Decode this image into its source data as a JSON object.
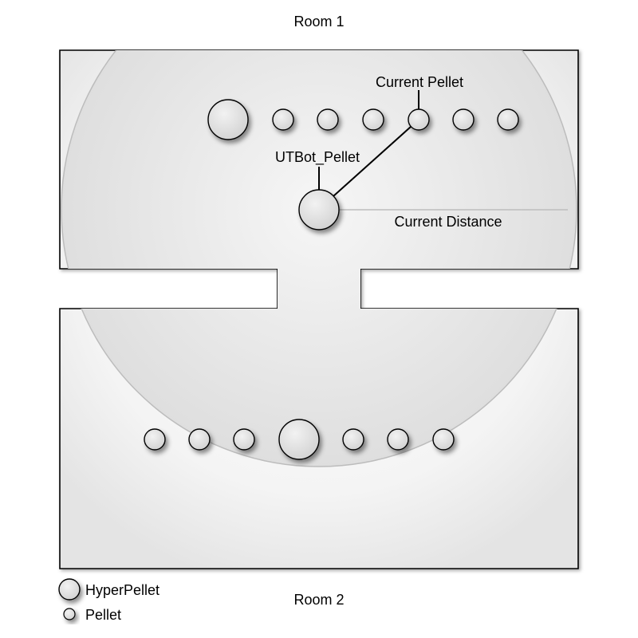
{
  "labels": {
    "room1": "Room 1",
    "room2": "Room 2",
    "current_pellet": "Current Pellet",
    "utbot_pellet": "UTBot_Pellet",
    "current_distance": "Current Distance"
  },
  "legend": {
    "hyperpellet": "HyperPellet",
    "pellet": "Pellet"
  },
  "colors": {
    "room_fill": "#f2f2f2",
    "room_stroke": "#000000",
    "range_circle": "#e2e2e2",
    "pellet_fill": "#e0e0e0",
    "connector": "#000000"
  }
}
